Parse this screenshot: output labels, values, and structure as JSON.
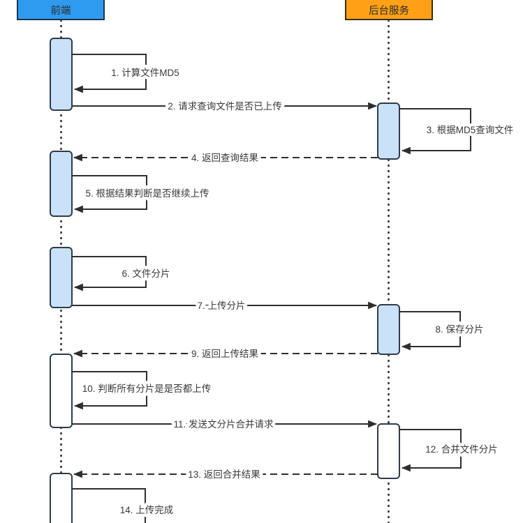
{
  "participants": [
    {
      "id": "frontend",
      "label": "前端",
      "fill": "#2E9BF0",
      "stroke": "#16344F"
    },
    {
      "id": "backend",
      "label": "后台服务",
      "fill": "#FFA116",
      "stroke": "#3D2B06"
    }
  ],
  "colors": {
    "activation_active": "#C9E2F9",
    "activation_plain": "#FFFFFF",
    "line": "#2E2E2E",
    "label_text": "#3A3A3A"
  },
  "messages": [
    {
      "label": "1. 计算文件MD5",
      "type": "self",
      "from": "frontend"
    },
    {
      "label": "2. 请求查询文件是否已上传",
      "type": "request",
      "from": "frontend",
      "to": "backend"
    },
    {
      "label": "3. 根据MD5查询文件",
      "type": "self",
      "from": "backend"
    },
    {
      "label": "4. 返回查询结果",
      "type": "return",
      "from": "backend",
      "to": "frontend"
    },
    {
      "label": "5. 根据结果判断是否继续上传",
      "type": "self",
      "from": "frontend"
    },
    {
      "label": "6. 文件分片",
      "type": "self",
      "from": "frontend"
    },
    {
      "label": "7. 上传分片",
      "type": "request",
      "from": "frontend",
      "to": "backend"
    },
    {
      "label": "8. 保存分片",
      "type": "self",
      "from": "backend"
    },
    {
      "label": "9. 返回上传结果",
      "type": "return",
      "from": "backend",
      "to": "frontend"
    },
    {
      "label": "10. 判断所有分片是是否都上传",
      "type": "self",
      "from": "frontend"
    },
    {
      "label": "11. 发送文分片合并请求",
      "type": "request",
      "from": "frontend",
      "to": "backend"
    },
    {
      "label": "12. 合并文件分片",
      "type": "self",
      "from": "backend"
    },
    {
      "label": "13. 返回合并结果",
      "type": "return",
      "from": "backend",
      "to": "frontend"
    },
    {
      "label": "14. 上传完成",
      "type": "self",
      "from": "frontend"
    }
  ]
}
